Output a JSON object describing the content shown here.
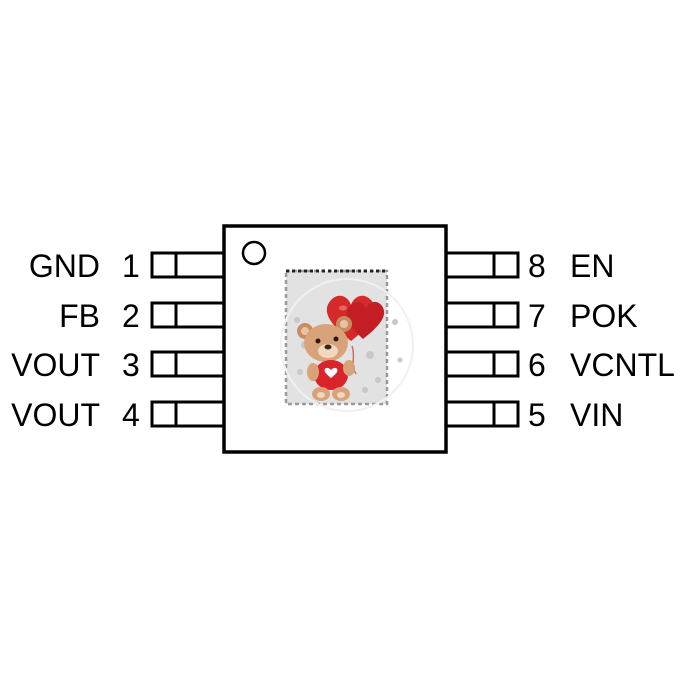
{
  "package": {
    "pins_left": [
      {
        "number": "1",
        "name": "GND"
      },
      {
        "number": "2",
        "name": "FB"
      },
      {
        "number": "3",
        "name": "VOUT"
      },
      {
        "number": "4",
        "name": "VOUT"
      }
    ],
    "pins_right": [
      {
        "number": "8",
        "name": "EN"
      },
      {
        "number": "7",
        "name": "POK"
      },
      {
        "number": "6",
        "name": "VCNTL"
      },
      {
        "number": "5",
        "name": "VIN"
      }
    ],
    "pin1_marker_icon": "circle-pin1-marker",
    "exposed_pad_image": "teddy-bear-with-heart-balloon"
  },
  "colors": {
    "outline": "#000000",
    "pad_fill": "#e2e2e2",
    "pad_border": "#9a9a9a",
    "heart": "#d62a2a",
    "bear_fur": "#d9a37a",
    "bear_shirt": "#d8242a"
  }
}
